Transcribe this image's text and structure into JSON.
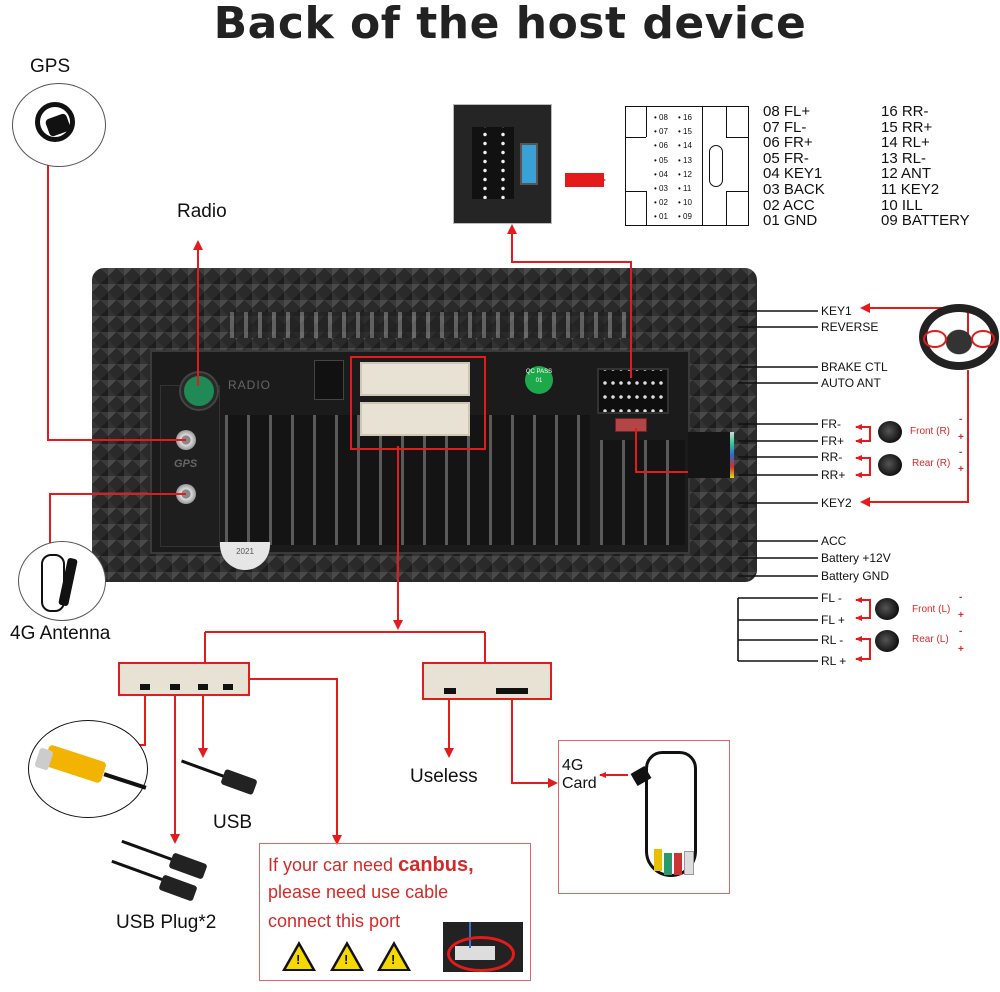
{
  "title": "Back of the host device",
  "antennas": {
    "gps_label": "GPS",
    "radio_label": "Radio",
    "antenna_4g_label": "4G Antenna"
  },
  "device": {
    "radio_port_label": "RADIO",
    "gps_port_label": "GPS",
    "qc_badge": "QC PASS 01",
    "seal_year": "2021"
  },
  "iso_connector": {
    "pins_left": [
      {
        "num": "08",
        "name": "FL+"
      },
      {
        "num": "07",
        "name": "FL-"
      },
      {
        "num": "06",
        "name": "FR+"
      },
      {
        "num": "05",
        "name": "FR-"
      },
      {
        "num": "04",
        "name": "KEY1"
      },
      {
        "num": "03",
        "name": "BACK"
      },
      {
        "num": "02",
        "name": "ACC"
      },
      {
        "num": "01",
        "name": "GND"
      }
    ],
    "pins_right": [
      {
        "num": "16",
        "name": "RR-"
      },
      {
        "num": "15",
        "name": "RR+"
      },
      {
        "num": "14",
        "name": "RL+"
      },
      {
        "num": "13",
        "name": "RL-"
      },
      {
        "num": "12",
        "name": "ANT"
      },
      {
        "num": "11",
        "name": "KEY2"
      },
      {
        "num": "10",
        "name": "ILL"
      },
      {
        "num": "09",
        "name": "BATTERY"
      }
    ],
    "diagram_pins_left": [
      "08",
      "07",
      "06",
      "05",
      "04",
      "03",
      "02",
      "01"
    ],
    "diagram_pins_right": [
      "16",
      "15",
      "14",
      "13",
      "12",
      "11",
      "10",
      "09"
    ]
  },
  "harness": {
    "wires": [
      "KEY1",
      "REVERSE",
      "BRAKE CTL",
      "AUTO ANT",
      "FR-",
      "FR+",
      "RR-",
      "RR+",
      "KEY2",
      "ACC",
      "Battery +12V",
      "Battery GND",
      "FL -",
      "FL +",
      "RL -",
      "RL +"
    ],
    "speakers": [
      {
        "label": "Front (R)",
        "minus": "-",
        "plus": "+"
      },
      {
        "label": "Rear (R)",
        "minus": "-",
        "plus": "+"
      },
      {
        "label": "Front (L)",
        "minus": "-",
        "plus": "+"
      },
      {
        "label": "Rear (L)",
        "minus": "-",
        "plus": "+"
      }
    ]
  },
  "bottom": {
    "usb_label": "USB",
    "usb_plug_label": "USB Plug*2",
    "useless_label": "Useless",
    "card_4g_label_1": "4G",
    "card_4g_label_2": "Card",
    "canbus_line1_pre": "If your car need ",
    "canbus_line1_bold": "canbus,",
    "canbus_line2": "please need use cable",
    "canbus_line3": "connect this port",
    "warning_glyph": "!"
  },
  "colors": {
    "accent_red": "#e31b1b",
    "text_red": "#d32a2a",
    "warning_yellow": "#f5d800"
  }
}
